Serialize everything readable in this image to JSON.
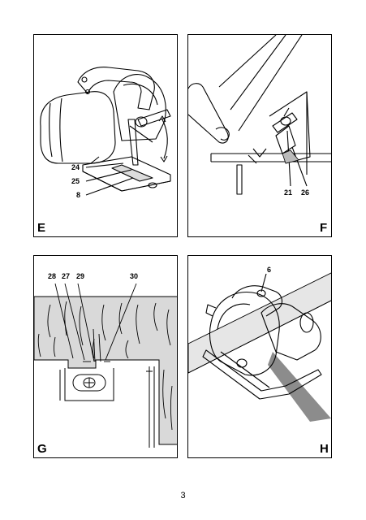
{
  "panels": {
    "E": {
      "letter": "E",
      "callouts": [
        "24",
        "25",
        "8"
      ]
    },
    "F": {
      "letter": "F",
      "callouts": [
        "21",
        "26"
      ]
    },
    "G": {
      "letter": "G",
      "callouts": [
        "28",
        "27",
        "29",
        "30"
      ]
    },
    "H": {
      "letter": "H",
      "callouts": [
        "6"
      ]
    }
  },
  "page_number": "3"
}
